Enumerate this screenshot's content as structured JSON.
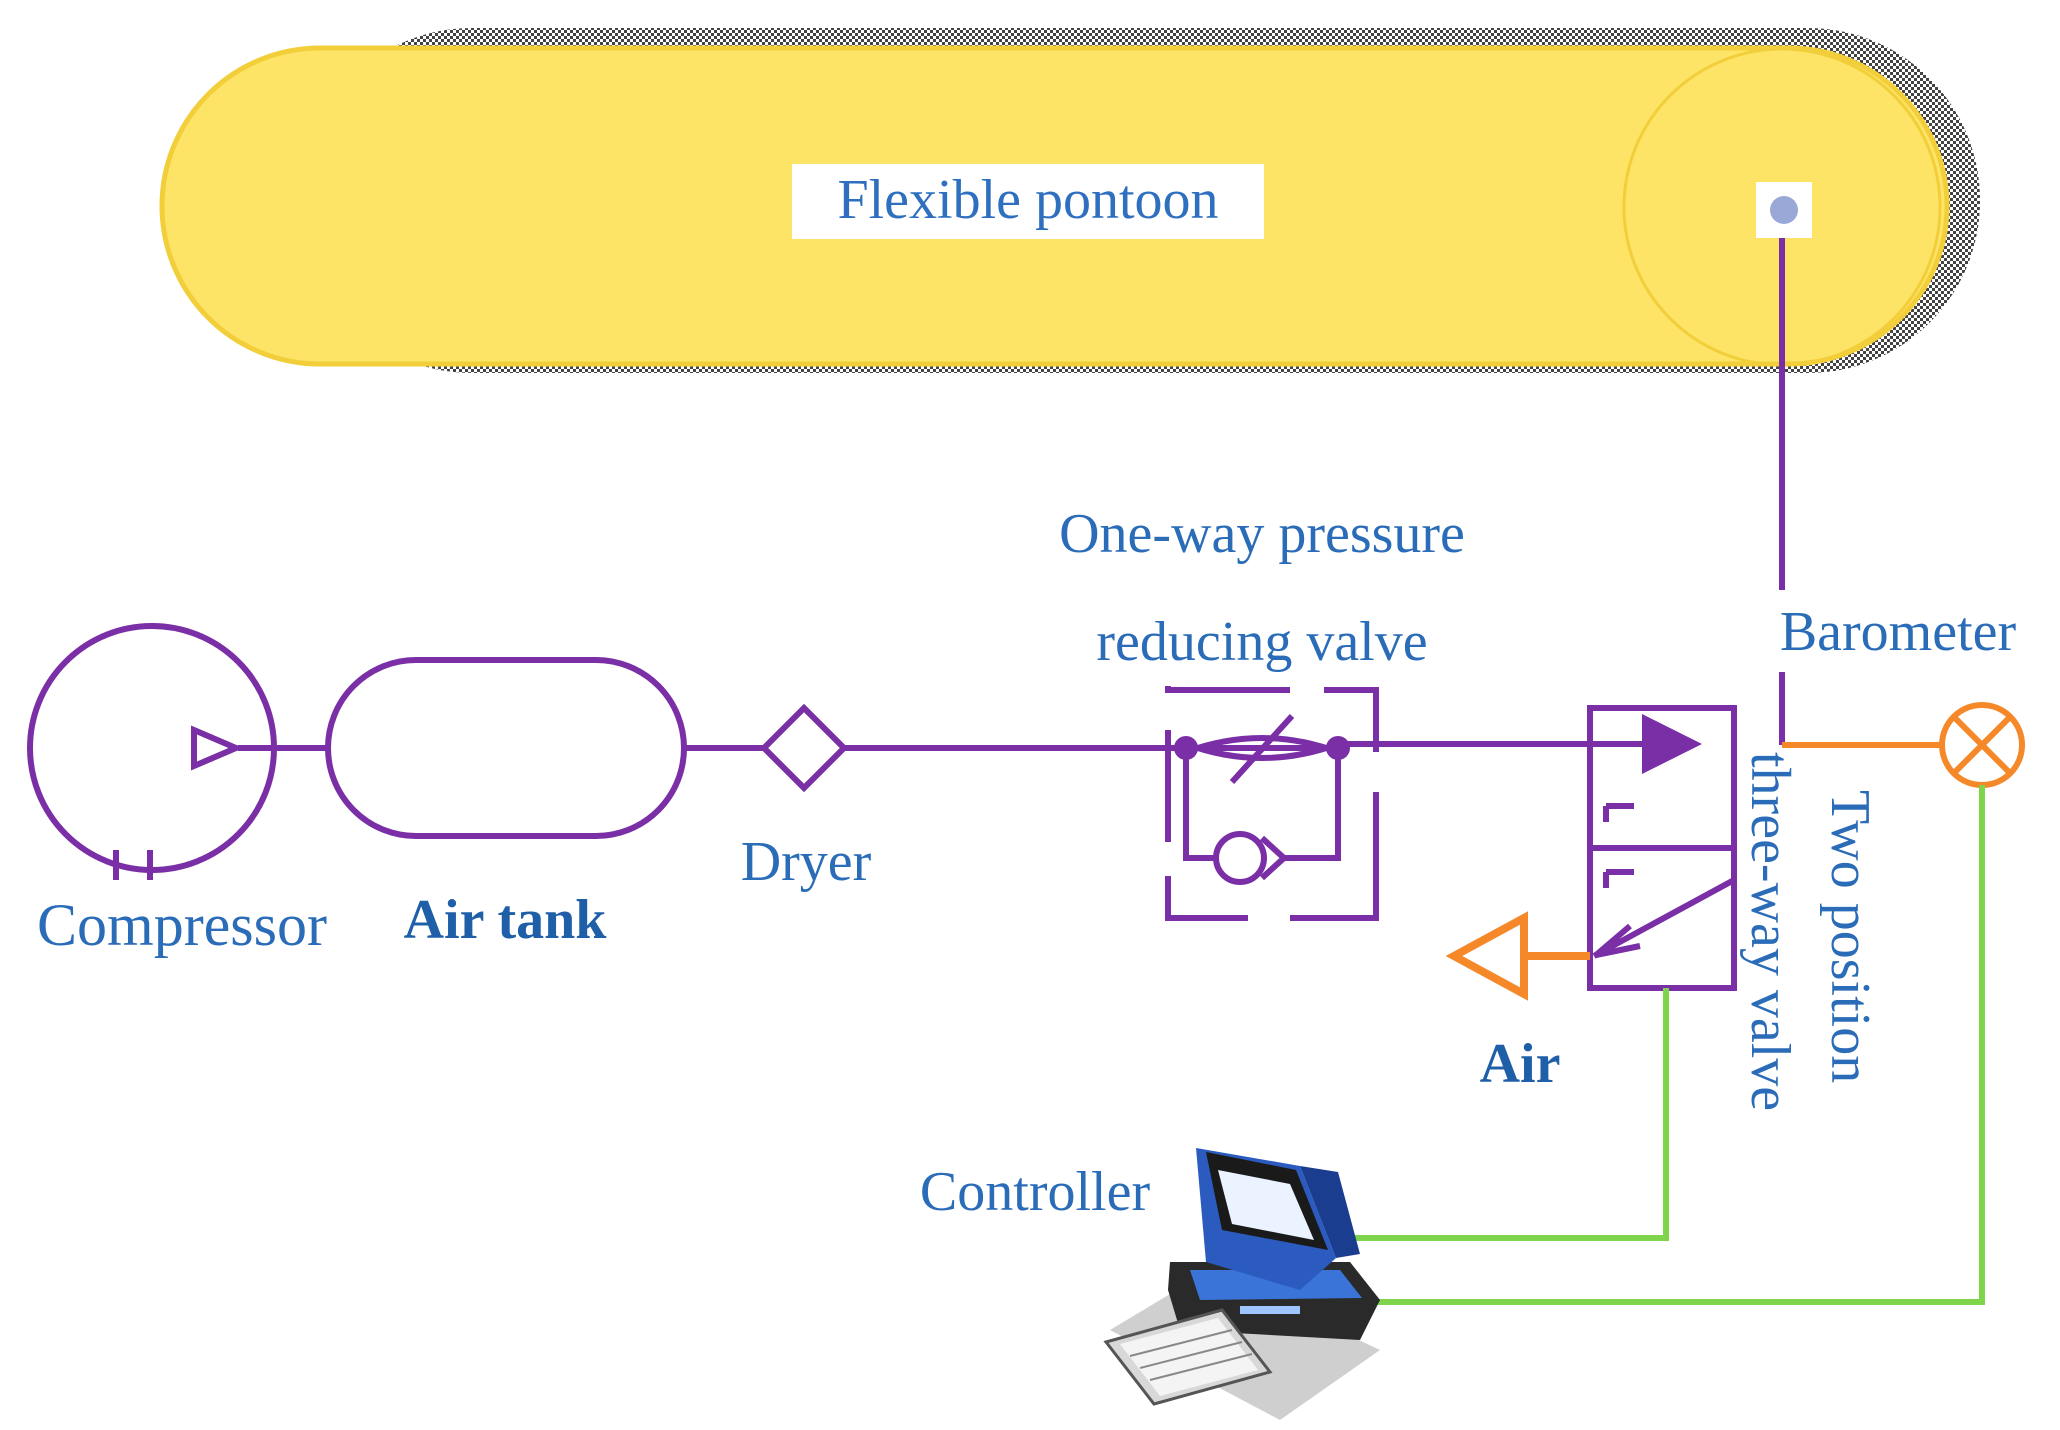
{
  "labels": {
    "pontoon": "Flexible pontoon",
    "compressor": "Compressor",
    "air_tank": "Air tank",
    "dryer": "Dryer",
    "valve_line1": "One-way pressure",
    "valve_line2": "reducing valve",
    "barometer": "Barometer",
    "two_position": "Two position",
    "three_way": "three-way valve",
    "air": "Air",
    "controller": "Controller"
  },
  "colors": {
    "pipe": "#7b2fa6",
    "exhaust": "#f5892a",
    "signal": "#7ed44a",
    "pontoon_fill": "#fde466",
    "label": "#2b6cb8"
  },
  "icons": {
    "computer": "desktop-computer-icon",
    "barometer": "gauge-cross-icon"
  }
}
